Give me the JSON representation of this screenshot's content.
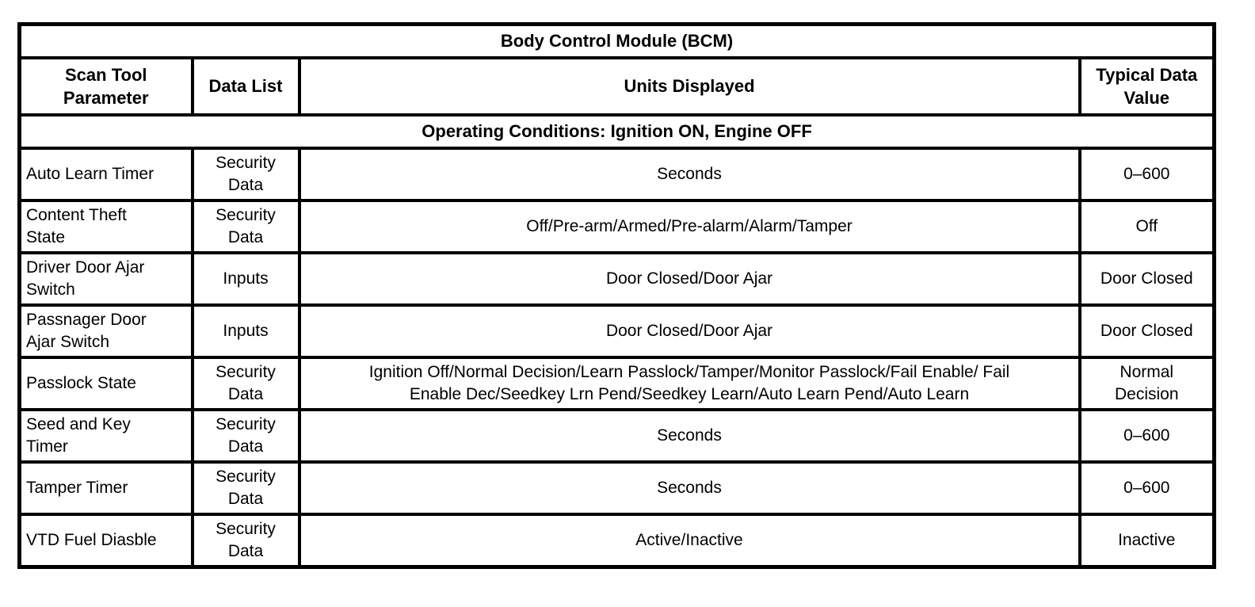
{
  "colors": {
    "border": "#000000",
    "background": "#ffffff",
    "text": "#000000"
  },
  "table": {
    "title": "Body Control Module (BCM)",
    "headers": {
      "parameter": "Scan Tool\nParameter",
      "data_list": "Data List",
      "units": "Units Displayed",
      "value": "Typical Data\nValue"
    },
    "section_header": "Operating Conditions: Ignition ON, Engine OFF",
    "rows": [
      {
        "parameter": "Auto Learn Timer",
        "data_list": "Security\nData",
        "units": "Seconds",
        "value": "0–600"
      },
      {
        "parameter": "Content Theft\nState",
        "data_list": "Security\nData",
        "units": "Off/Pre-arm/Armed/Pre-alarm/Alarm/Tamper",
        "value": "Off"
      },
      {
        "parameter": "Driver Door Ajar\nSwitch",
        "data_list": "Inputs",
        "units": "Door Closed/Door Ajar",
        "value": "Door Closed"
      },
      {
        "parameter": "Passnager Door\nAjar Switch",
        "data_list": "Inputs",
        "units": "Door Closed/Door Ajar",
        "value": "Door Closed"
      },
      {
        "parameter": "Passlock State",
        "data_list": "Security\nData",
        "units": "Ignition Off/Normal Decision/Learn Passlock/Tamper/Monitor Passlock/Fail Enable/ Fail\nEnable Dec/Seedkey Lrn Pend/Seedkey Learn/Auto Learn Pend/Auto Learn",
        "value": "Normal\nDecision"
      },
      {
        "parameter": "Seed and Key\nTimer",
        "data_list": "Security\nData",
        "units": "Seconds",
        "value": "0–600"
      },
      {
        "parameter": "Tamper Timer",
        "data_list": "Security\nData",
        "units": "Seconds",
        "value": "0–600"
      },
      {
        "parameter": "VTD Fuel Diasble",
        "data_list": "Security\nData",
        "units": "Active/Inactive",
        "value": "Inactive"
      }
    ]
  }
}
